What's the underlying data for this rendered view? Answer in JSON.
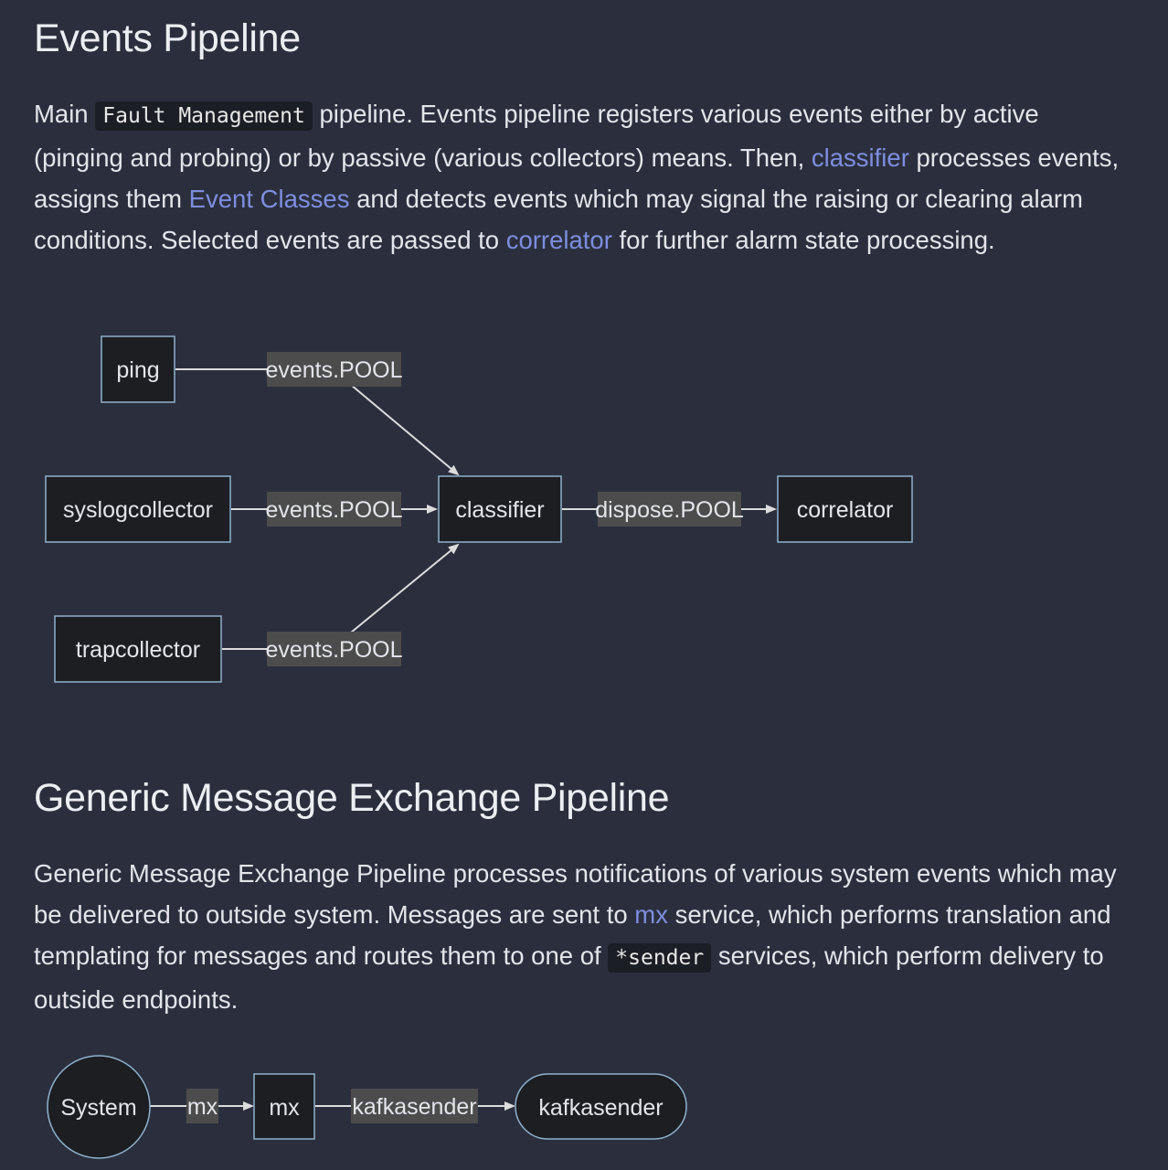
{
  "events_section": {
    "title": "Events Pipeline",
    "p_main": "Main ",
    "code_fm": "Fault Management",
    "p_1": " pipeline. Events pipeline registers various events either by active (pinging and probing) or by passive (various collectors) means. Then, ",
    "link_classifier": "classifier",
    "p_2": " processes events, assigns them ",
    "link_event_classes": "Event Classes",
    "p_3": " and detects events which may signal the raising or clearing alarm conditions. Selected events are passed to ",
    "link_correlator": "correlator",
    "p_4": " for further alarm state processing."
  },
  "events_diagram": {
    "nodes": {
      "ping": "ping",
      "syslogcollector": "syslogcollector",
      "trapcollector": "trapcollector",
      "classifier": "classifier",
      "correlator": "correlator"
    },
    "edge_labels": {
      "ping_pool": "events.POOL",
      "syslog_pool": "events.POOL",
      "trap_pool": "events.POOL",
      "dispose_pool": "dispose.POOL"
    }
  },
  "gmx_section": {
    "title": "Generic Message Exchange Pipeline",
    "p_1": "Generic Message Exchange Pipeline processes notifications of various system events which may be delivered to outside system. Messages are sent to ",
    "link_mx": "mx",
    "p_2": " service, which performs translation and templating for messages and routes them to one of ",
    "code_sender": "*sender",
    "p_3": " services, which perform delivery to outside endpoints."
  },
  "gmx_diagram": {
    "nodes": {
      "system": "System",
      "mx": "mx",
      "kafkasender": "kafkasender"
    },
    "edge_labels": {
      "mx": "mx",
      "kafkasender": "kafkasender"
    }
  },
  "colors": {
    "background": "#2b2f3d",
    "link": "#7d8ee0",
    "node_stroke": "#8fb2cf",
    "node_fill": "#1c1e22",
    "edge_label_bg": "#4c4c4c"
  }
}
